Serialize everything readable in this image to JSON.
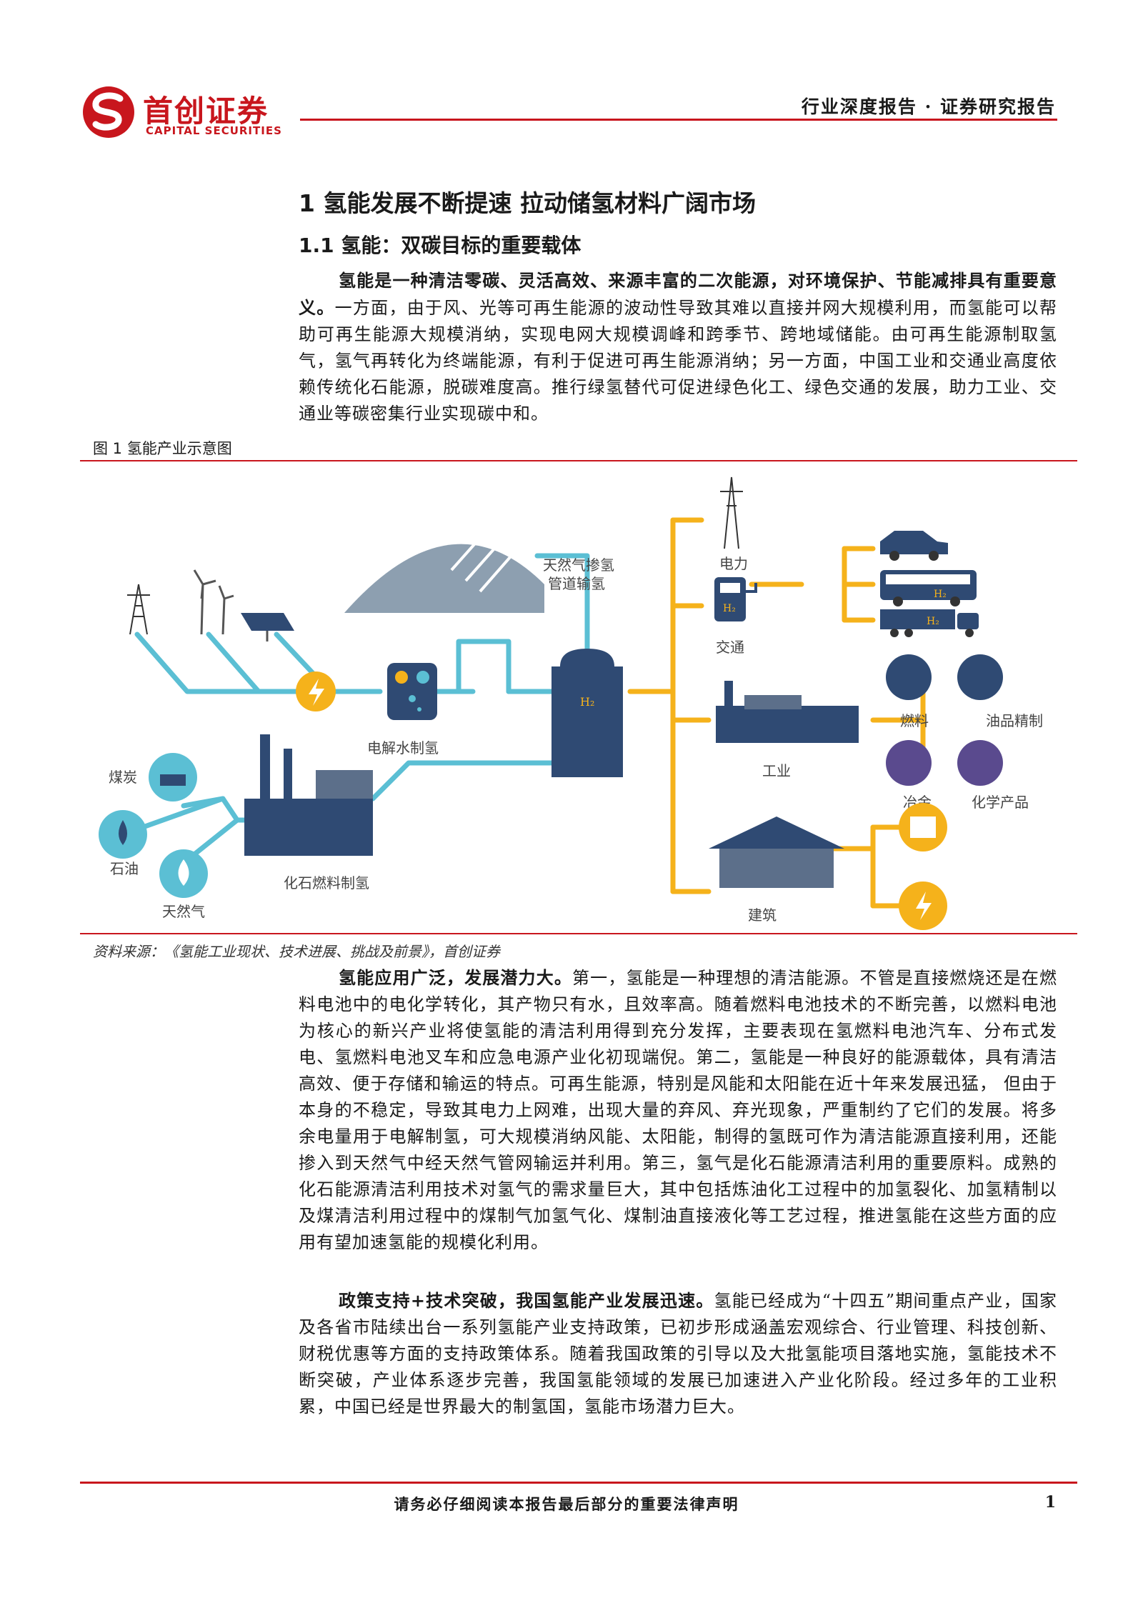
{
  "header": {
    "logo_cn": "首创证券",
    "logo_en": "CAPITAL SECURITIES",
    "report_type": "行业深度报告 · 证券研究报告"
  },
  "section": {
    "h1": "1  氢能发展不断提速 拉动储氢材料广阔市场",
    "h2": "1.1  氢能：双碳目标的重要载体"
  },
  "para1": {
    "bold": "氢能是一种清洁零碳、灵活高效、来源丰富的二次能源，对环境保护、节能减排具有重要意义。",
    "text": "一方面，由于风、光等可再生能源的波动性导致其难以直接并网大规模利用，而氢能可以帮助可再生能源大规模消纳，实现电网大规模调峰和跨季节、跨地域储能。由可再生能源制取氢气，氢气再转化为终端能源，有利于促进可再生能源消纳；另一方面，中国工业和交通业高度依赖传统化石能源，脱碳难度高。推行绿氢替代可促进绿色化工、绿色交通的发展，助力工业、交通业等碳密集行业实现碳中和。"
  },
  "figure": {
    "label": "图 1  氢能产业示意图",
    "source": "资料来源：《氢能工业现状、技术进展、挑战及前景》，首创证券",
    "labels": {
      "pipeline": "天然气掺氢",
      "pipeline2": "管道输氢",
      "electrolysis": "电解水制氢",
      "coal": "煤炭",
      "oil": "石油",
      "gas": "天然气",
      "fossil": "化石燃料制氢",
      "h2_tank": "H₂",
      "power": "电力",
      "transport": "交通",
      "industry": "工业",
      "fuel": "燃料",
      "refining": "油品精制",
      "metallurgy": "冶金",
      "chemical": "化学产品",
      "building": "建筑",
      "h2": "H₂"
    },
    "colors": {
      "teal": "#5bbfd4",
      "orange": "#f5b21b",
      "navy": "#2f4a73",
      "purple": "#5a4a8e",
      "grey": "#8d9fb0"
    }
  },
  "para2": {
    "bold": "氢能应用广泛，发展潜力大。",
    "text": "第一，氢能是一种理想的清洁能源。不管是直接燃烧还是在燃料电池中的电化学转化，其产物只有水，且效率高。随着燃料电池技术的不断完善，以燃料电池为核心的新兴产业将使氢能的清洁利用得到充分发挥，主要表现在氢燃料电池汽车、分布式发电、氢燃料电池叉车和应急电源产业化初现端倪。第二，氢能是一种良好的能源载体，具有清洁高效、便于存储和输运的特点。可再生能源，特别是风能和太阳能在近十年来发展迅猛， 但由于本身的不稳定，导致其电力上网难，出现大量的弃风、弃光现象，严重制约了它们的发展。将多余电量用于电解制氢，可大规模消纳风能、太阳能，制得的氢既可作为清洁能源直接利用，还能掺入到天然气中经天然气管网输运并利用。第三，氢气是化石能源清洁利用的重要原料。成熟的化石能源清洁利用技术对氢气的需求量巨大，其中包括炼油化工过程中的加氢裂化、加氢精制以及煤清洁利用过程中的煤制气加氢气化、煤制油直接液化等工艺过程，推进氢能在这些方面的应用有望加速氢能的规模化利用。"
  },
  "para3": {
    "bold": "政策支持+技术突破，我国氢能产业发展迅速。",
    "text": "氢能已经成为“十四五”期间重点产业，国家及各省市陆续出台一系列氢能产业支持政策，已初步形成涵盖宏观综合、行业管理、科技创新、财税优惠等方面的支持政策体系。随着我国政策的引导以及大批氢能项目落地实施，氢能技术不断突破，产业体系逐步完善，我国氢能领域的发展已加速进入产业化阶段。经过多年的工业积累，中国已经是世界最大的制氢国，氢能市场潜力巨大。"
  },
  "footer": {
    "note": "请务必仔细阅读本报告最后部分的重要法律声明",
    "page": "1"
  }
}
